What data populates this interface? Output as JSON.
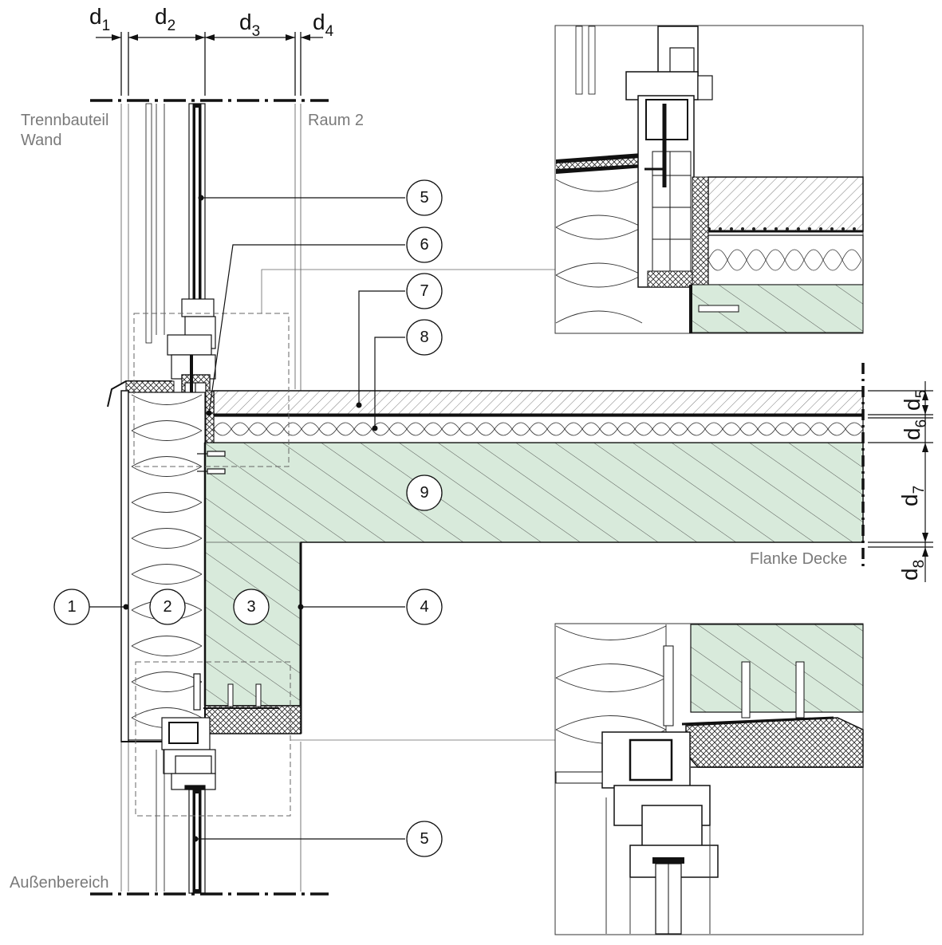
{
  "labels": {
    "trennbauteil_line1": "Trennbauteil",
    "trennbauteil_line2": "Wand",
    "raum2": "Raum 2",
    "flanke_decke": "Flanke Decke",
    "aussenbereich": "Außenbereich"
  },
  "dimensions": {
    "d1": {
      "main": "d",
      "sub": "1"
    },
    "d2": {
      "main": "d",
      "sub": "2"
    },
    "d3": {
      "main": "d",
      "sub": "3"
    },
    "d4": {
      "main": "d",
      "sub": "4"
    },
    "d5": {
      "main": "d",
      "sub": "5"
    },
    "d6": {
      "main": "d",
      "sub": "6"
    },
    "d7": {
      "main": "d",
      "sub": "7"
    },
    "d8": {
      "main": "d",
      "sub": "8"
    }
  },
  "callouts": {
    "c1": "1",
    "c2": "2",
    "c3": "3",
    "c4": "4",
    "c5_top": "5",
    "c5_bottom": "5",
    "c6": "6",
    "c7": "7",
    "c8": "8",
    "c9": "9"
  },
  "colors": {
    "concrete": "#d8eadb",
    "line": "#111111",
    "label_grey": "#7a7a7a"
  }
}
